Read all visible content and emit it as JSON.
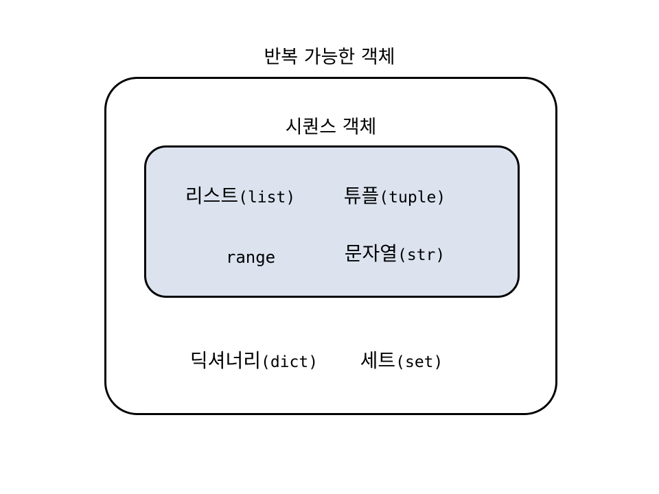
{
  "diagram": {
    "title": "반복 가능한 객체",
    "inner_title": "시퀀스 객체",
    "outer_group": {
      "label": "반복 가능한 객체",
      "members": [
        {
          "korean": "딕셔너리",
          "english": "(dict)"
        },
        {
          "korean": "세트",
          "english": "(set)"
        }
      ]
    },
    "inner_group": {
      "label": "시퀀스 객체",
      "fill_color": "#dce3ef",
      "border_color": "#000000",
      "members": [
        {
          "korean": "리스트",
          "english": "(list)"
        },
        {
          "korean": "튜플",
          "english": "(tuple)"
        },
        {
          "korean": "",
          "english": "range"
        },
        {
          "korean": "문자열",
          "english": "(str)"
        }
      ]
    }
  }
}
